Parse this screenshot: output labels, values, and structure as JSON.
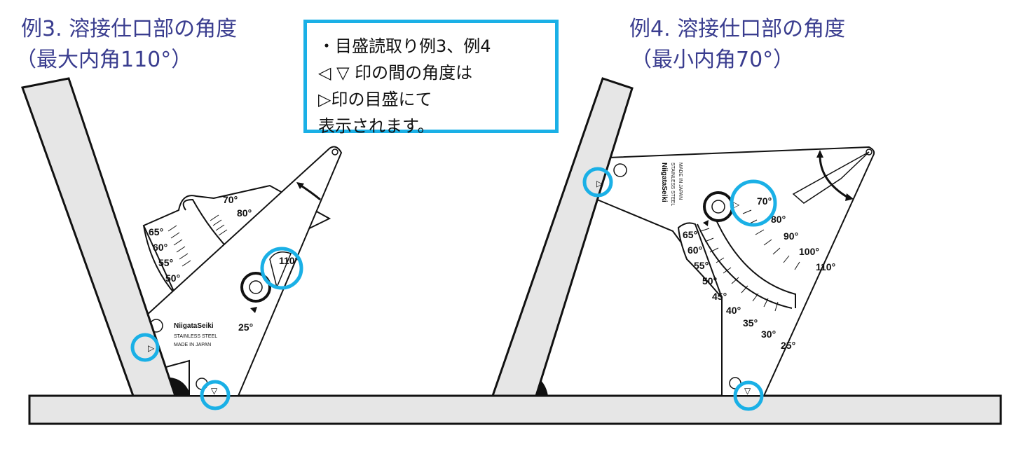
{
  "example3": {
    "title": "例3. 溶接仕口部の角度",
    "subtitle": "（最大内角110°）",
    "gauge_labels": [
      "70°",
      "80°",
      "65°",
      "60°",
      "55°",
      "50°",
      "110°",
      "25°"
    ]
  },
  "example4": {
    "title": "例4. 溶接仕口部の角度",
    "subtitle": "（最小内角70°）",
    "gauge_labels": [
      "70°",
      "80°",
      "90°",
      "100°",
      "110°",
      "65°",
      "60°",
      "55°",
      "50°",
      "45°",
      "40°",
      "35°",
      "30°",
      "25°"
    ]
  },
  "callout": {
    "lines": [
      "・目盛読取り例3、例4",
      "◁ ▽ 印の間の角度は",
      "▷印の目盛にて",
      "表示されます。"
    ]
  },
  "gauge_branding": {
    "brand": "NiigataSeiki",
    "material": "STAINLESS STEEL",
    "origin": "MADE IN JAPAN"
  },
  "colors": {
    "highlight": "#1ab0e6",
    "title": "#3a3d8f",
    "plate": "#e6e6e6"
  }
}
